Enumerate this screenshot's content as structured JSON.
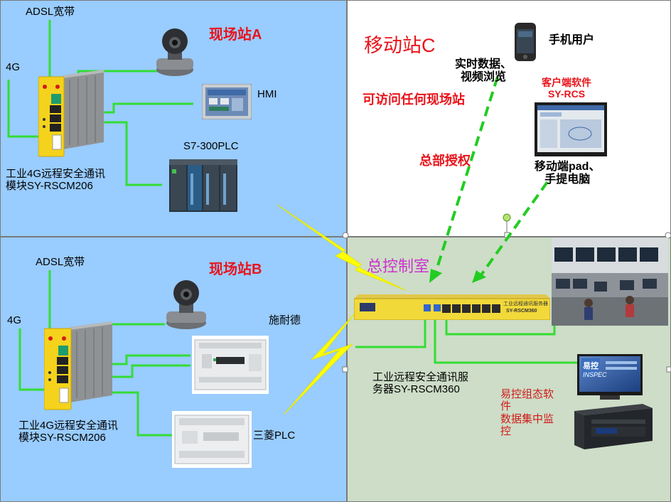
{
  "station_a": {
    "title": "现场站A",
    "adsl": "ADSL宽带",
    "g4": "4G",
    "hmi": "HMI",
    "plc": "S7-300PLC",
    "module_line1": "工业4G远程安全通讯",
    "module_line2": "模块SY-RSCM206"
  },
  "station_b": {
    "title": "现场站B",
    "adsl": "ADSL宽带",
    "g4": "4G",
    "schneider": "施耐德",
    "mitsubishi": "三菱PLC",
    "module_line1": "工业4G远程安全通讯",
    "module_line2": "模块SY-RSCM206"
  },
  "mobile": {
    "title": "移动站C",
    "phone_user": "手机用户",
    "realtime_line1": "实时数据、",
    "realtime_line2": "视频浏览",
    "client_line1": "客户端软件",
    "client_line2": "SY-RCS",
    "access": "可访问任何现场站",
    "auth": "总部授权",
    "pad_line1": "移动端pad、",
    "pad_line2": "手提电脑"
  },
  "control": {
    "title": "总控制室",
    "server_line1": "工业远程安全通讯服",
    "server_line2": "务器SY-RSCM360",
    "server_brand": "工业远程通讯服务器",
    "server_model": "SY-RSCM360",
    "software_line1": "易控组态软",
    "software_line2": "件",
    "software_line3": "数据集中监",
    "software_line4": "控",
    "inspec_top": "易控",
    "inspec_bottom": "INSPEC"
  },
  "colors": {
    "blue_panel": "#99ccff",
    "green_panel": "#cdddc7",
    "wire_green": "#33dd33",
    "lightning_yellow": "#ffff00",
    "title_red": "#e8141b"
  }
}
